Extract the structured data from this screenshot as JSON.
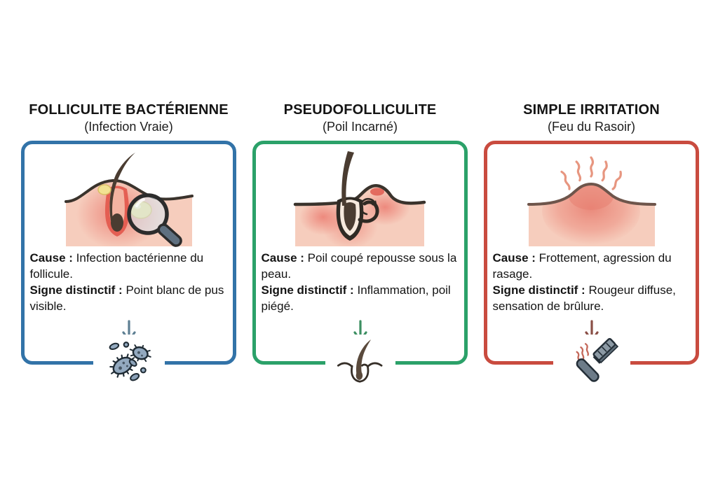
{
  "page": {
    "background_color": "#ffffff"
  },
  "panels": [
    {
      "title": "FOLLICULITE BACTÉRIENNE",
      "subtitle": "(Infection Vraie)",
      "accent_color": "#3273a8",
      "arrow_color": "#5e7f93",
      "cause_label": "Cause :",
      "cause_text": "Infection bactérienne du follicule.",
      "sign_label": "Signe distinctif :",
      "sign_text": "Point blanc de pus visible.",
      "illustration": "inflamed-follicle-with-pus-and-magnifier",
      "footer_icon": "bacteria-icon",
      "illustration_colors": {
        "skin": "#f6cdbd",
        "redness": "#ec8276",
        "hair": "#4a3c31",
        "pus": "#f2e292",
        "outline": "#3a332c"
      }
    },
    {
      "title": "PSEUDOFOLLICULITE",
      "subtitle": "(Poil Incarné)",
      "accent_color": "#2ba169",
      "arrow_color": "#3c8f62",
      "cause_label": "Cause :",
      "cause_text": "Poil coupé repousse sous la peau.",
      "sign_label": "Signe distinctif :",
      "sign_text": "Inflammation, poil piégé.",
      "illustration": "ingrown-hair-curling-back-under-skin",
      "footer_icon": "hair-follicle-icon",
      "illustration_colors": {
        "skin": "#f6cdbd",
        "redness": "#ec8276",
        "hair": "#4a3c31",
        "outline": "#2f2a24"
      }
    },
    {
      "title": "SIMPLE IRRITATION",
      "subtitle": "(Feu du Rasoir)",
      "accent_color": "#c94b3f",
      "arrow_color": "#8a4f46",
      "cause_label": "Cause :",
      "cause_text": "Frottement, agression du rasage.",
      "sign_label": "Signe distinctif :",
      "sign_text": "Rougeur diffuse, sensation de brûlure.",
      "illustration": "diffuse-red-bump-with-heat-waves",
      "footer_icon": "razor-icon",
      "illustration_colors": {
        "skin": "#f6cdbd",
        "redness": "#ec8d7e",
        "heat": "#e79680",
        "outline": "#6e554b"
      }
    }
  ]
}
